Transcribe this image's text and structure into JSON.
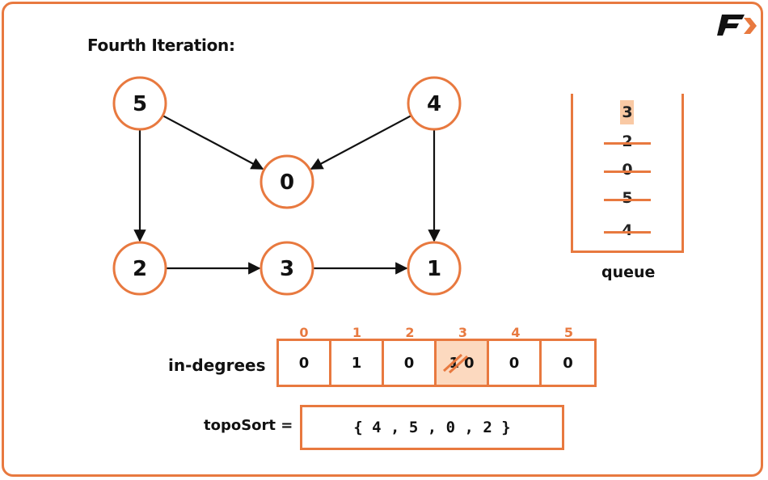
{
  "title": "Fourth Iteration:",
  "colors": {
    "accent": "#E8793F",
    "highlight": "#FCD9BF",
    "text": "#111111"
  },
  "graph": {
    "nodes": [
      {
        "id": "5",
        "label": "5"
      },
      {
        "id": "4",
        "label": "4"
      },
      {
        "id": "0",
        "label": "0"
      },
      {
        "id": "2",
        "label": "2"
      },
      {
        "id": "3",
        "label": "3"
      },
      {
        "id": "1",
        "label": "1"
      }
    ],
    "edges": [
      {
        "from": "5",
        "to": "0"
      },
      {
        "from": "4",
        "to": "0"
      },
      {
        "from": "5",
        "to": "2"
      },
      {
        "from": "4",
        "to": "1"
      },
      {
        "from": "2",
        "to": "3"
      },
      {
        "from": "3",
        "to": "1"
      }
    ]
  },
  "queue": {
    "label": "queue",
    "items": [
      {
        "value": "3",
        "state": "current"
      },
      {
        "value": "2",
        "state": "removed"
      },
      {
        "value": "0",
        "state": "removed"
      },
      {
        "value": "5",
        "state": "removed"
      },
      {
        "value": "4",
        "state": "removed"
      }
    ]
  },
  "in_degrees": {
    "label": "in-degrees",
    "indices": [
      "0",
      "1",
      "2",
      "3",
      "4",
      "5"
    ],
    "values": [
      "0",
      "1",
      "0",
      "0",
      "0",
      "0"
    ],
    "previous_value_index3": "1",
    "highlighted_index": "3"
  },
  "topo_sort": {
    "label": "topoSort =",
    "value": "{ 4 , 5 , 0 , 2 }"
  },
  "logo": {
    "name": "brand-logo-icon"
  }
}
